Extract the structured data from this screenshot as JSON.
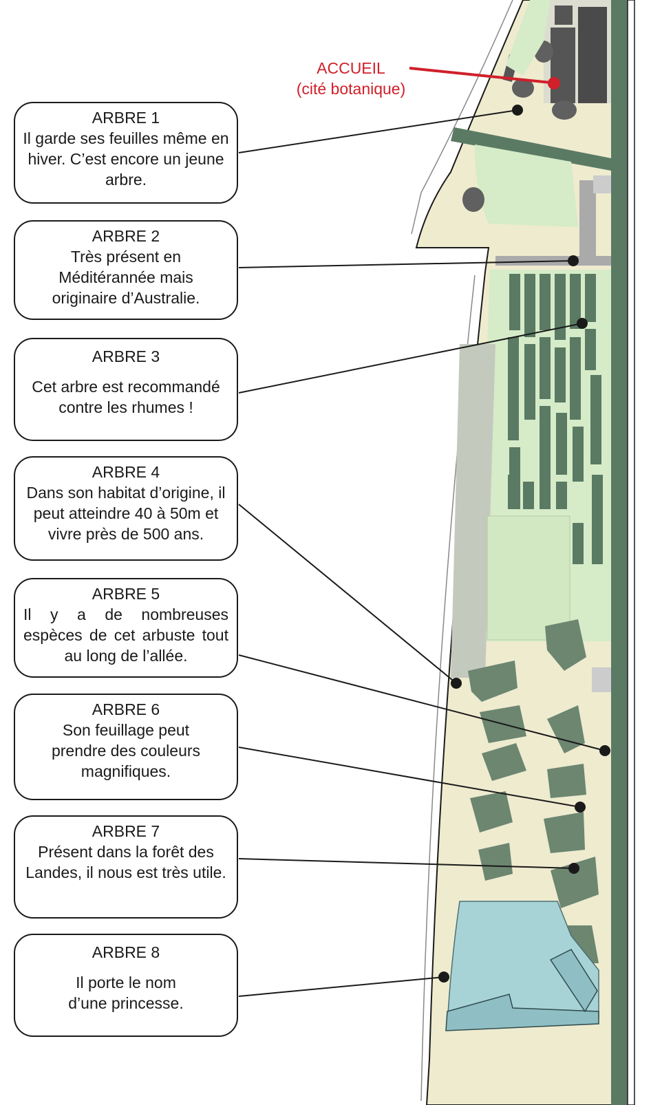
{
  "accueil": {
    "title": "ACCUEIL",
    "subtitle": "(cité botanique)",
    "color": "#d0202a"
  },
  "colors": {
    "paved_area": "#eeebcf",
    "garden_green": "#d6ebc8",
    "plot_green": "#5a7a63",
    "tree_clump": "#6c8670",
    "pond": "#a7d3d6",
    "building": "#4a4a4a",
    "outline": "#1a1a1a"
  },
  "trees": [
    {
      "title": "ARBRE 1",
      "text": "Il garde ses feuilles même en hiver. C’est encore un jeune arbre."
    },
    {
      "title": "ARBRE 2",
      "text": "Très présent en Méditérannée mais originaire d’Australie."
    },
    {
      "title": "ARBRE 3",
      "text": "Cet arbre est recommandé contre les rhumes !"
    },
    {
      "title": "ARBRE 4",
      "text": "Dans son habitat d’origine, il peut atteindre 40 à 50m et vivre près de 500 ans."
    },
    {
      "title": "ARBRE 5",
      "text": "Il y a de nombreuses espèces de cet arbuste tout au long de l’allée."
    },
    {
      "title": "ARBRE 6",
      "text": "Son feuillage peut prendre des couleurs magnifiques."
    },
    {
      "title": "ARBRE 7",
      "text": "Présent dans la forêt des Landes, il nous est très utile."
    },
    {
      "title": "ARBRE 8",
      "text": "Il porte le nom d’une princesse."
    }
  ]
}
